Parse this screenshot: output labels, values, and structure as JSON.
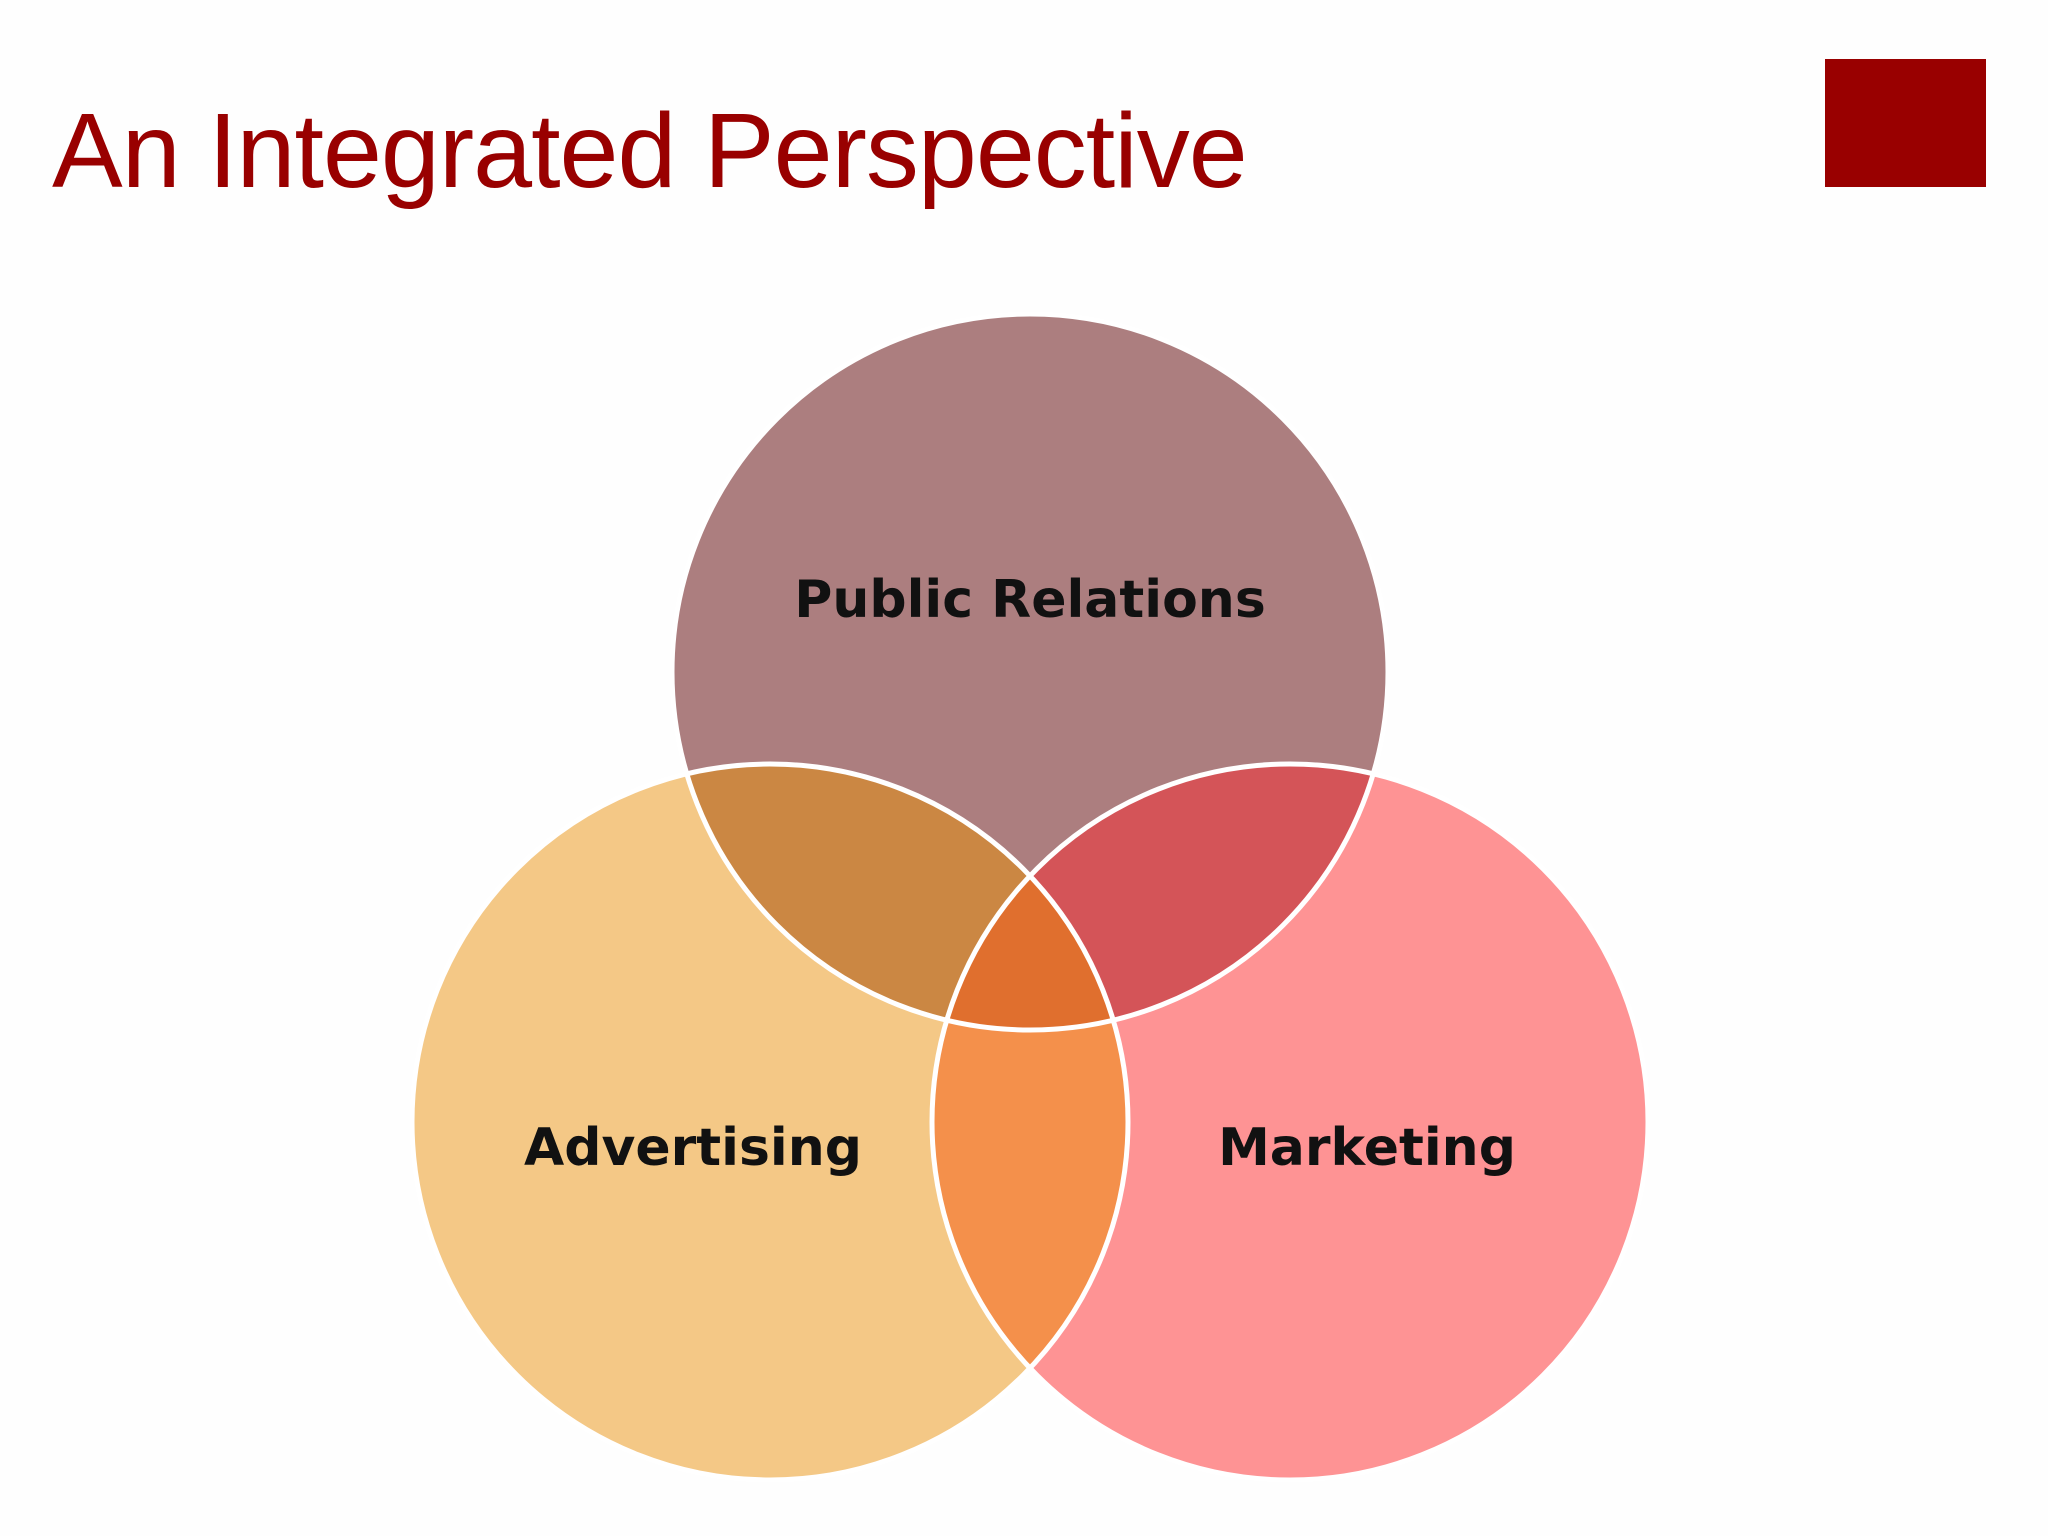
{
  "slide": {
    "title": "An Integrated Perspective"
  },
  "colors": {
    "title": "#990000",
    "accent_square": "#990000",
    "label_text": "#111111",
    "public_relations": "#ac7e7f",
    "advertising": "#f4c886",
    "marketing": "#fe9394",
    "pr_advertising_overlap": "#cb8743",
    "pr_marketing_overlap": "#d45458",
    "advertising_marketing_overlap": "#f4904b",
    "center_overlap": "#e06f2e",
    "outline": "#ffffff"
  },
  "venn": {
    "sets": [
      {
        "id": "public-relations",
        "label": "Public Relations"
      },
      {
        "id": "advertising",
        "label": "Advertising"
      },
      {
        "id": "marketing",
        "label": "Marketing"
      }
    ]
  }
}
